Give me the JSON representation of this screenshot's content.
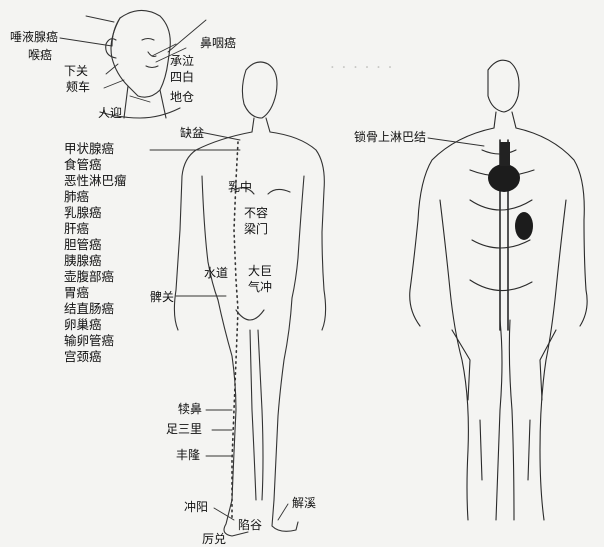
{
  "head_labels": {
    "saliva": "唾液腺癌",
    "throat": "喉癌",
    "nasopharynx": "鼻咽癌",
    "xiaguan": "下关",
    "jiache": "颊车",
    "renying": "人迎",
    "chengqi": "承泣",
    "sibai": "四白",
    "dicang": "地仓"
  },
  "cancer_list": [
    "甲状腺癌",
    "食管癌",
    "恶性淋巴瘤",
    "肺癌",
    "乳腺癌",
    "肝癌",
    "胆管癌",
    "胰腺癌",
    "壶腹部癌",
    "胃癌",
    "结直肠癌",
    "卵巢癌",
    "输卵管癌",
    "宫颈癌"
  ],
  "points": {
    "quepen": "缺盆",
    "ruzhong": "乳中",
    "burong": "不容",
    "liangmen": "梁门",
    "shuidao": "水道",
    "daju": "大巨",
    "qichong": "气冲",
    "biguan": "髀关",
    "dubi": "犊鼻",
    "zusanli": "足三里",
    "fenglong": "丰隆",
    "jiexi": "解溪",
    "chongyang": "冲阳",
    "xiangu": "陷谷",
    "lidui": "厉兑"
  },
  "lymph_label": "锁骨上淋巴结"
}
